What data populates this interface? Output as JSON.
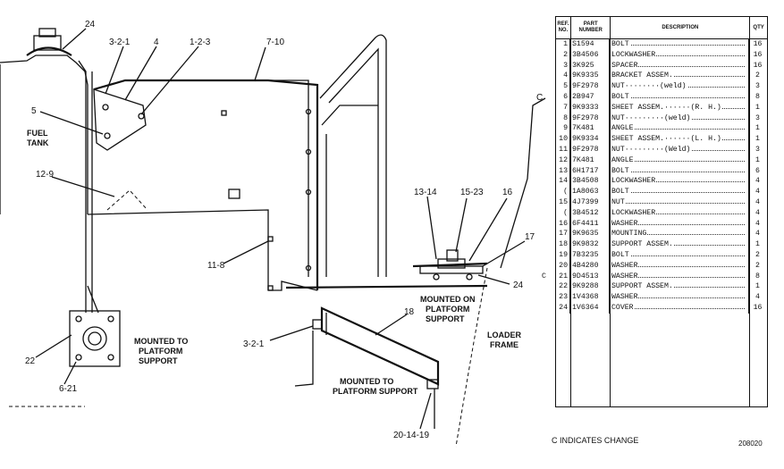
{
  "callouts": {
    "c24_top": "24",
    "c3_2_1_top": "3-2-1",
    "c4": "4",
    "c1_2_3": "1-2-3",
    "c7_10": "7-10",
    "c5": "5",
    "c12_9": "12-9",
    "c11_8": "11-8",
    "c13_14": "13-14",
    "c15_23": "15-23",
    "c16": "16",
    "c17": "17",
    "c24_right": "24",
    "c18": "18",
    "c3_2_1_bottom": "3-2-1",
    "c22": "22",
    "c6_21": "6-21",
    "c20_14_19": "20-14-19",
    "c_change": "C"
  },
  "notes": {
    "fuel_tank_1": "FUEL",
    "fuel_tank_2": "TANK",
    "mounted_platform_1a": "MOUNTED ON",
    "mounted_platform_1b": "PLATFORM",
    "mounted_platform_1c": "SUPPORT",
    "mounted_to_1a": "MOUNTED TO",
    "mounted_to_1b": "PLATFORM",
    "mounted_to_1c": "SUPPORT",
    "mounted_to_2a": "MOUNTED TO",
    "mounted_to_2b": "PLATFORM SUPPORT",
    "loader_frame_1": "LOADER",
    "loader_frame_2": "FRAME"
  },
  "table": {
    "head_ref": "REF. NO.",
    "head_part": "PART NUMBER",
    "head_desc": "DESCRIPTION",
    "head_qty": "QTY",
    "rows": [
      {
        "c": "",
        "ref": "1",
        "part": "S1594",
        "desc": "BOLT",
        "qty": "16"
      },
      {
        "c": "",
        "ref": "2",
        "part": "3B4506",
        "desc": "LOCKWASHER",
        "qty": "16"
      },
      {
        "c": "",
        "ref": "3",
        "part": "3K925",
        "desc": "SPACER",
        "qty": "16"
      },
      {
        "c": "",
        "ref": "4",
        "part": "9K9335",
        "desc": "BRACKET ASSEM.",
        "qty": "2"
      },
      {
        "c": "",
        "ref": "5",
        "part": "9F2978",
        "desc": "  NUT········(weld)",
        "qty": "3"
      },
      {
        "c": "",
        "ref": "6",
        "part": "2B947",
        "desc": "BOLT",
        "qty": "8"
      },
      {
        "c": "",
        "ref": "7",
        "part": "9K9333",
        "desc": "SHEET ASSEM.······(R. H.)",
        "qty": "1"
      },
      {
        "c": "",
        "ref": "8",
        "part": "9F2978",
        "desc": "  NUT·········(weld)",
        "qty": "3"
      },
      {
        "c": "",
        "ref": "9",
        "part": "7K481",
        "desc": "  ANGLE",
        "qty": "1"
      },
      {
        "c": "",
        "ref": "10",
        "part": "9K9334",
        "desc": "SHEET ASSEM.······(L. H.)",
        "qty": "1"
      },
      {
        "c": "",
        "ref": "11",
        "part": "9F2978",
        "desc": "  NUT·········(Weld)",
        "qty": "3"
      },
      {
        "c": "",
        "ref": "12",
        "part": "7K481",
        "desc": "  ANGLE",
        "qty": "1"
      },
      {
        "c": "",
        "ref": "13",
        "part": "6H1717",
        "desc": "BOLT",
        "qty": "6"
      },
      {
        "c": "",
        "ref": "14",
        "part": "3B4508",
        "desc": "LOCKWASHER",
        "qty": "4"
      },
      {
        "c": "",
        "ref": "(",
        "part": "1A8063",
        "desc": "BOLT",
        "qty": "4"
      },
      {
        "c": "",
        "ref": "15",
        "part": "4J7399",
        "desc": "NUT",
        "qty": "4"
      },
      {
        "c": "",
        "ref": "(",
        "part": "3B4512",
        "desc": "LOCKWASHER",
        "qty": "4"
      },
      {
        "c": "",
        "ref": "16",
        "part": "6F4411",
        "desc": "WASHER",
        "qty": "4"
      },
      {
        "c": "",
        "ref": "17",
        "part": "9K9635",
        "desc": "MOUNTING",
        "qty": "4"
      },
      {
        "c": "",
        "ref": "18",
        "part": "9K9832",
        "desc": "SUPPORT ASSEM.",
        "qty": "1"
      },
      {
        "c": "",
        "ref": "19",
        "part": "7B3235",
        "desc": "BOLT",
        "qty": "2"
      },
      {
        "c": "",
        "ref": "20",
        "part": "4B4280",
        "desc": "WASHER",
        "qty": "2"
      },
      {
        "c": "C",
        "ref": "21",
        "part": "9D4513",
        "desc": "WASHER",
        "qty": "8"
      },
      {
        "c": "",
        "ref": "22",
        "part": "9K9288",
        "desc": "SUPPORT ASSEM.",
        "qty": "1"
      },
      {
        "c": "",
        "ref": "23",
        "part": "1V4368",
        "desc": "WASHER",
        "qty": "4"
      },
      {
        "c": "",
        "ref": "24",
        "part": "1V6364",
        "desc": "COVER",
        "qty": "16"
      }
    ]
  },
  "footnote": "C INDICATES CHANGE",
  "drawing_number": "208020"
}
